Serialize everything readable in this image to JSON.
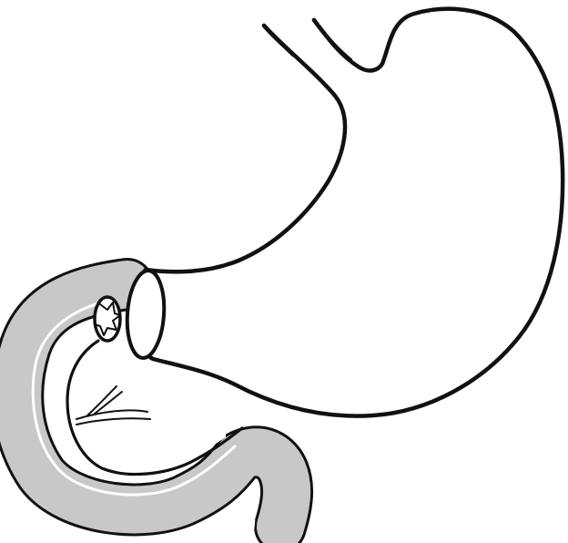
{
  "figure": {
    "colors": {
      "background": "#ffffff",
      "outline": "#111111",
      "duodenum_fill": "#c8c8c8",
      "stomach_fill": "#ffffff"
    },
    "parts": [
      "stomach",
      "pylorus",
      "duodenal-bulb",
      "duodenum",
      "pancreatic-ducts"
    ]
  }
}
